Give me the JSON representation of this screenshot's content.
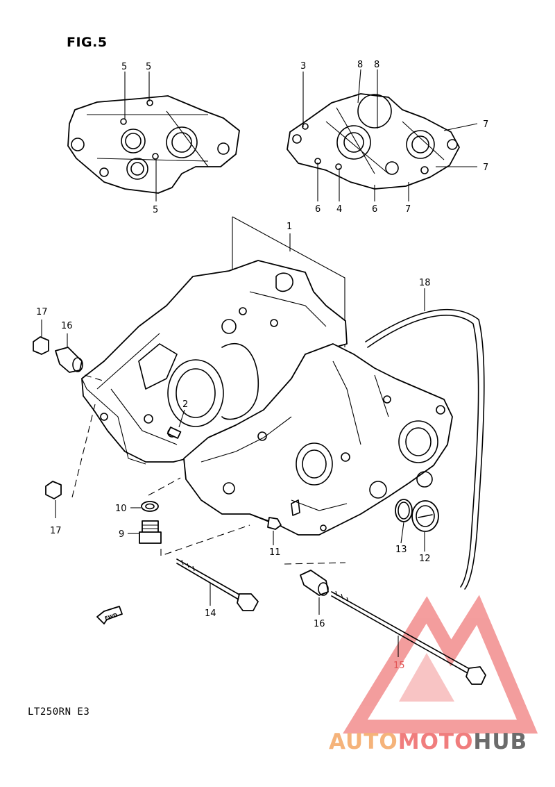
{
  "figure": {
    "title": "FIG.5",
    "model_code": "LT250RN E3",
    "fwd_marker": "FWD"
  },
  "callouts": {
    "c1": "1",
    "c2": "2",
    "c3": "3",
    "c4": "4",
    "c5a": "5",
    "c5b": "5",
    "c5c": "5",
    "c6a": "6",
    "c6b": "6",
    "c7a": "7",
    "c7b": "7",
    "c7c": "7",
    "c8a": "8",
    "c8b": "8",
    "c9": "9",
    "c10": "10",
    "c11": "11",
    "c12": "12",
    "c13": "13",
    "c14": "14",
    "c15": "15",
    "c16a": "16",
    "c16b": "16",
    "c17a": "17",
    "c17b": "17",
    "c18": "18"
  },
  "watermark": {
    "part1": "AUTO",
    "part2": "MOTO",
    "part3": "HUB",
    "colors": {
      "auto": "#f5b37a",
      "moto": "#f07d7d",
      "hub": "#6b6b6b",
      "triangle": "#f07d7d"
    }
  }
}
